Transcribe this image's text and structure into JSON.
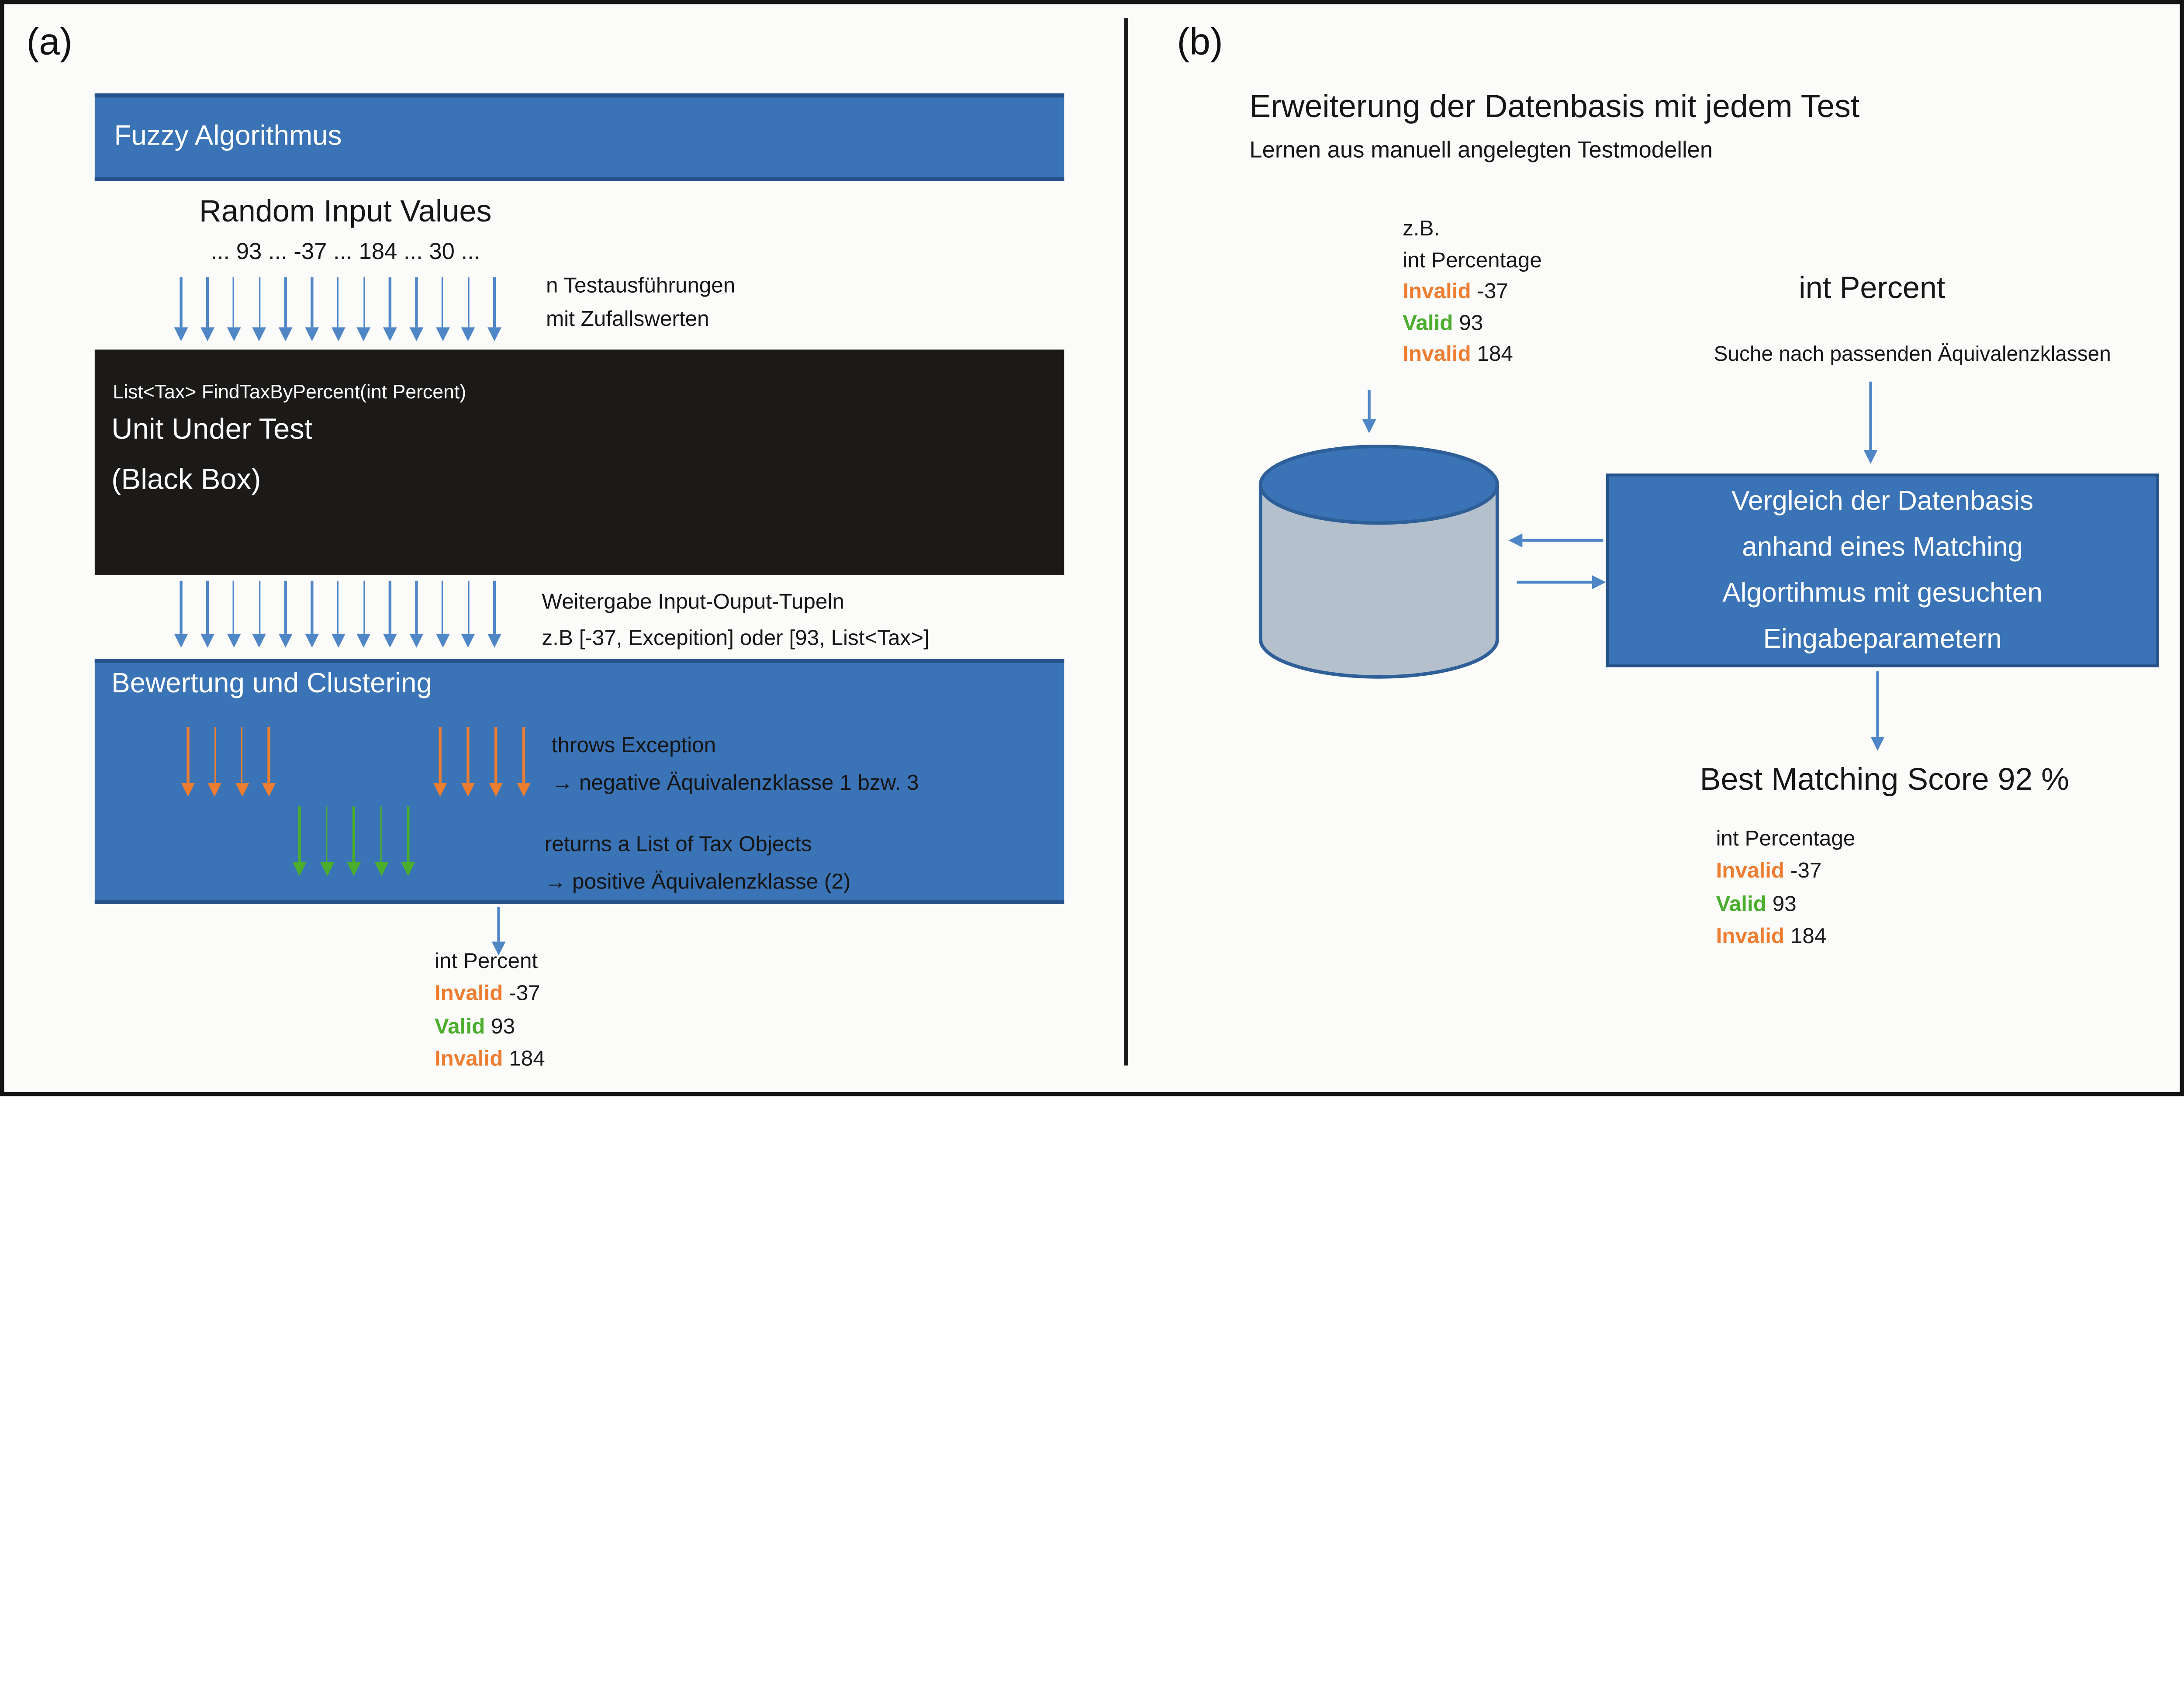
{
  "colors": {
    "accent_blue": "#3a73b6",
    "border_blue": "#27538b",
    "arrow_blue": "#4f86c6",
    "orange": "#ed7d31",
    "green": "#4aad2c",
    "black_box": "#1b1a18",
    "cylinder_gray": "#b4c0cb"
  },
  "panel_a": {
    "label": "(a)",
    "fuzzy_bar_title": "Fuzzy Algorithmus",
    "random_input_title": "Random Input Values",
    "random_values": "... 93 ... -37 ... 184 ... 30 ...",
    "top_arrows": {
      "count": 13,
      "color": "#4f86c6"
    },
    "n_tests_note": [
      "n Testausführungen",
      "mit Zufallswerten"
    ],
    "black_box": {
      "signature": "List<Tax> FindTaxByPercent(int Percent)",
      "title": "Unit Under Test",
      "subtitle": "(Black Box)"
    },
    "mid_arrows": {
      "count": 13,
      "color": "#4f86c6"
    },
    "weitergabe_note": [
      "Weitergabe Input-Ouput-Tupeln",
      "z.B [-37, Excepition] oder [93, List<Tax>]"
    ],
    "clustering_box": {
      "title": "Bewertung und Clustering",
      "orange_arrows_left": {
        "count": 4,
        "color": "#ed7d31"
      },
      "orange_arrows_right": {
        "count": 4,
        "color": "#ed7d31"
      },
      "green_arrows": {
        "count": 5,
        "color": "#4aad2c"
      },
      "exception_note": [
        "throws Exception",
        "→ negative Äquivalenzklasse 1 bzw. 3"
      ],
      "returns_note": [
        "returns a List of Tax Objects",
        "→ positive Äquivalenzklasse (2)"
      ]
    },
    "result_list": {
      "header": "int Percent",
      "rows": [
        {
          "label": "Invalid",
          "value": "-37",
          "color": "#ed7d31"
        },
        {
          "label": "Valid",
          "value": "93",
          "color": "#4aad2c"
        },
        {
          "label": "Invalid",
          "value": "184",
          "color": "#ed7d31"
        }
      ]
    }
  },
  "panel_b": {
    "label": "(b)",
    "title": "Erweiterung der Datenbasis mit jedem Test",
    "subtitle": "Lernen aus manuell angelegten Testmodellen",
    "example_list": {
      "header": "z.B.",
      "subheader": "int Percentage",
      "rows": [
        {
          "label": "Invalid",
          "value": "-37",
          "color": "#ed7d31"
        },
        {
          "label": "Valid",
          "value": "93",
          "color": "#4aad2c"
        },
        {
          "label": "Invalid",
          "value": "184",
          "color": "#ed7d31"
        }
      ]
    },
    "int_percent_label": "int Percent",
    "search_note": "Suche nach passenden Äquivalenzklassen",
    "matching_box": [
      "Vergleich der Datenbasis",
      "anhand eines Matching",
      "Algortihmus mit gesuchten",
      "Eingabeparametern"
    ],
    "best_score_title": "Best Matching Score 92 %",
    "score_list": {
      "header": "int Percentage",
      "rows": [
        {
          "label": "Invalid",
          "value": "-37",
          "color": "#ed7d31"
        },
        {
          "label": "Valid",
          "value": "93",
          "color": "#4aad2c"
        },
        {
          "label": "Invalid",
          "value": "184",
          "color": "#ed7d31"
        }
      ]
    }
  }
}
